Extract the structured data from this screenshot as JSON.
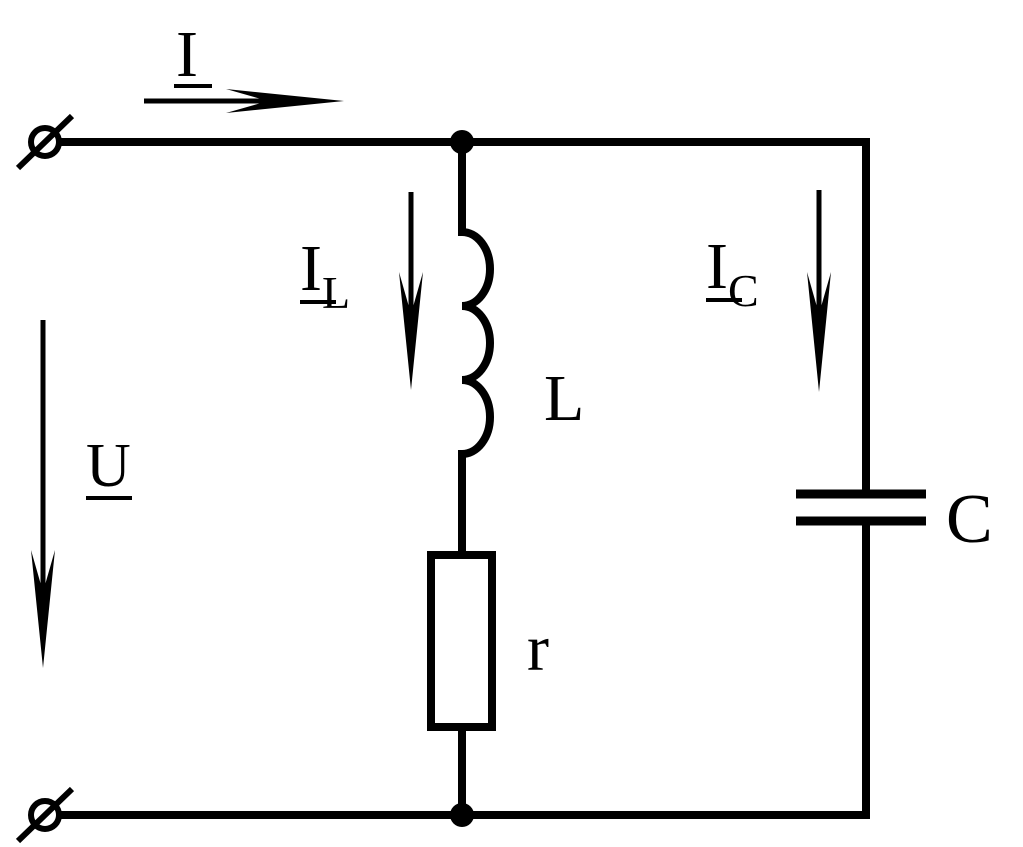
{
  "diagram": {
    "current_total": {
      "symbol": "I"
    },
    "current_inductor": {
      "symbol": "I",
      "subscript": "L"
    },
    "current_capacitor": {
      "symbol": "I",
      "subscript": "C"
    },
    "voltage": {
      "symbol": "U"
    },
    "inductor": {
      "label": "L"
    },
    "resistor": {
      "label": "r"
    },
    "capacitor": {
      "label": "C"
    },
    "colors": {
      "ink": "#000000",
      "background": "#ffffff"
    }
  }
}
